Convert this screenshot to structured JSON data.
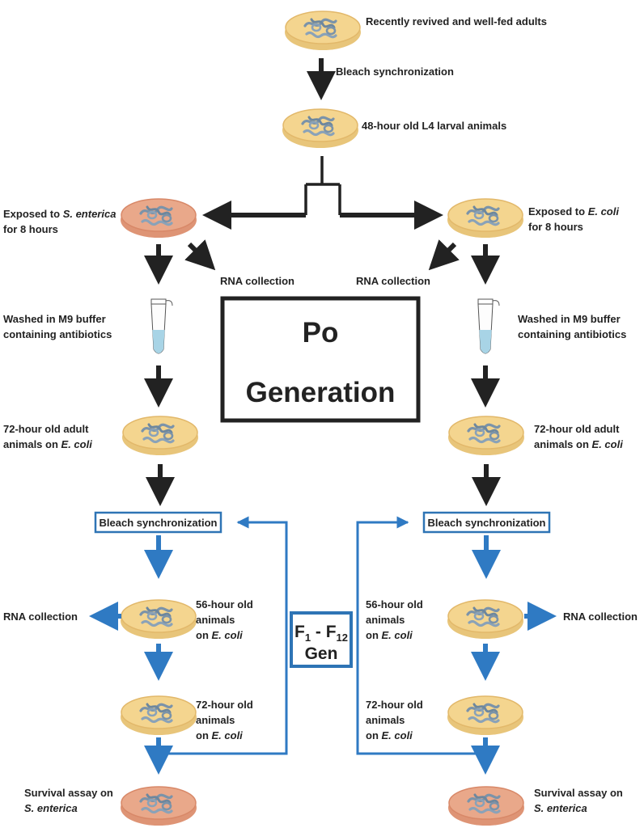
{
  "colors": {
    "black_arrow": "#222222",
    "blue_arrow": "#2f7ac3",
    "blue_box": "#2e74b5",
    "dish_food": "#f4d58f",
    "dish_rim": "#e8c57a",
    "dish_salmonella": "#e9a88a",
    "dish_salmonella_rim": "#de9475",
    "worm": "#8aa2b8",
    "tube_liquid": "#a8d4e6"
  },
  "top": {
    "revived": "Recently revived and well-fed adults",
    "bleach": "Bleach synchronization",
    "l4": "48-hour old L4 larval animals"
  },
  "po_box": {
    "line1": "Po",
    "line2": "Generation"
  },
  "f_box": {
    "f": "F",
    "sub1": "1",
    "dash": " - F",
    "sub12": "12",
    "gen": "Gen"
  },
  "left": {
    "exposed_pre": "Exposed to ",
    "exposed_species": "S. enterica",
    "exposed_line2": "for 8 hours",
    "rna": "RNA collection",
    "washed_1": "Washed in M9 buffer",
    "washed_2": "containing antibiotics",
    "adult_1": "72-hour old adult",
    "adult_2_pre": "animals on ",
    "adult_2_species": "E. coli",
    "bleach_box": "Bleach synchronization",
    "rna_side": "RNA collection",
    "a56_1": "56-hour old",
    "a56_2": "animals",
    "a56_3_pre": "on ",
    "a56_3_species": "E. coli",
    "a72_1": "72-hour old",
    "a72_2": "animals",
    "a72_3_pre": "on ",
    "a72_3_species": "E. coli",
    "survival_1": "Survival assay on",
    "survival_2": "S. enterica"
  },
  "right": {
    "exposed_pre": "Exposed to ",
    "exposed_species": "E. coli",
    "exposed_line2": "for 8 hours",
    "rna": "RNA collection",
    "washed_1": "Washed in M9 buffer",
    "washed_2": "containing antibiotics",
    "adult_1": "72-hour old adult",
    "adult_2_pre": "animals on ",
    "adult_2_species": "E. coli",
    "bleach_box": "Bleach synchronization",
    "rna_side": "RNA collection",
    "a56_1": "56-hour old",
    "a56_2": "animals",
    "a56_3_pre": "on ",
    "a56_3_species": "E. coli",
    "a72_1": "72-hour old",
    "a72_2": "animals",
    "a72_3_pre": "on ",
    "a72_3_species": "E. coli",
    "survival_1": "Survival assay on",
    "survival_2": "S. enterica"
  }
}
